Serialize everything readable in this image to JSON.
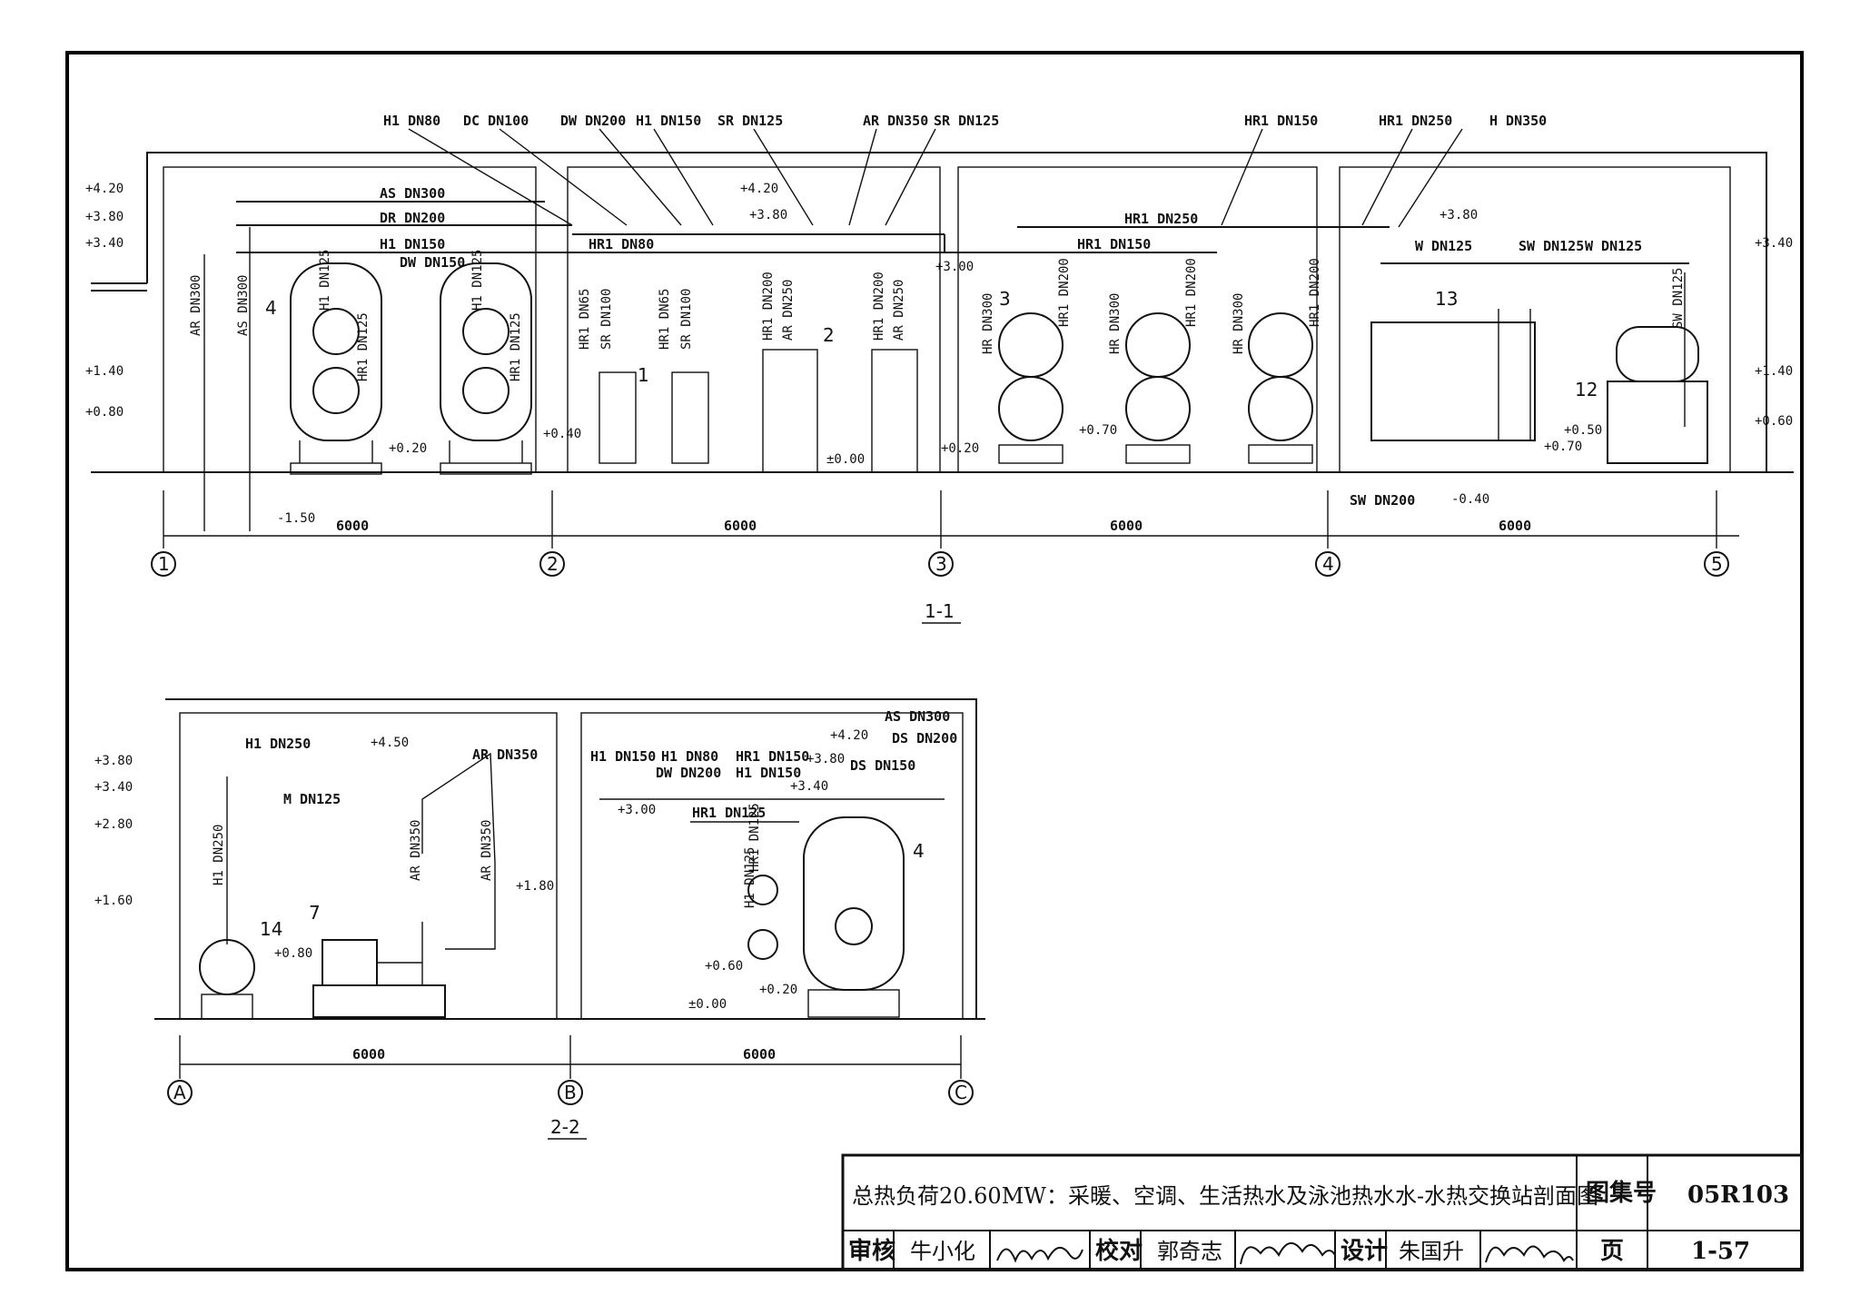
{
  "section_1_1": {
    "title": "1-1",
    "axes": [
      "1",
      "2",
      "3",
      "4",
      "5"
    ],
    "spans": [
      "6000",
      "6000",
      "6000",
      "6000"
    ],
    "pipe_labels": [
      "H1 DN80",
      "DC DN100",
      "DW DN200",
      "H1 DN150",
      "SR DN125",
      "AR DN350",
      "SR DN125",
      "HR1 DN150",
      "HR1 DN250",
      "H DN350",
      "AS DN300",
      "DR DN200",
      "H1 DN150",
      "DW DN150",
      "HR1 DN80",
      "HR1 DN250",
      "HR1 DN150",
      "W DN125",
      "SW DN125",
      "W DN125",
      "SW DN200"
    ],
    "vertical_labels": [
      "AR DN300",
      "AS DN300",
      "H1 DN125",
      "HR1 DN125",
      "H1 DN125",
      "HR1 DN125",
      "HR1 DN65",
      "SR DN100",
      "HR1 DN65",
      "SR DN100",
      "HR1 DN200",
      "AR DN250",
      "HR1 DN200",
      "AR DN250",
      "HR DN300",
      "HR1 DN200",
      "HR DN300",
      "HR1 DN200",
      "HR DN300",
      "HR1 DN200",
      "SW DN125"
    ],
    "elevations_left": [
      "+4.20",
      "+3.80",
      "+3.40",
      "+1.40",
      "+0.80"
    ],
    "elevations_right": [
      "+3.40",
      "+1.40",
      "+0.60"
    ],
    "elevations_inner": [
      "+4.20",
      "+3.80",
      "+3.00",
      "+3.80",
      "+0.20",
      "+0.40",
      "±0.00",
      "+0.20",
      "+0.70",
      "+0.50",
      "+0.70",
      "-1.50",
      "-0.40"
    ],
    "equipment": [
      "1",
      "2",
      "3",
      "4",
      "12",
      "13"
    ]
  },
  "section_2_2": {
    "title": "2-2",
    "axes": [
      "A",
      "B",
      "C"
    ],
    "spans": [
      "6000",
      "6000"
    ],
    "pipe_labels": [
      "H1 DN250",
      "M DN125",
      "AR DN350",
      "AS DN300",
      "DS DN200",
      "H1 DN150",
      "H1 DN80",
      "HR1 DN150",
      "DW DN200",
      "H1 DN150",
      "DS DN150",
      "HR1 DN125"
    ],
    "vertical_labels": [
      "H1 DN250",
      "AR DN350",
      "AR DN350",
      "HR1 DN125",
      "H1 DN125"
    ],
    "elevations_left": [
      "+3.80",
      "+3.40",
      "+2.80",
      "+1.60"
    ],
    "elevations_inner": [
      "+4.50",
      "+1.80",
      "+0.80",
      "+4.20",
      "+3.80",
      "+3.40",
      "+3.00",
      "+0.60",
      "+0.20",
      "±0.00"
    ],
    "equipment": [
      "14",
      "7",
      "4"
    ]
  },
  "title_block": {
    "title": "总热负荷20.60MW：采暖、空调、生活热水及泳池热水水-水热交换站剖面图",
    "atlas_label": "图集号",
    "atlas_no": "05R103",
    "review_label": "审核",
    "reviewer": "牛小化",
    "check_label": "校对",
    "checker": "郭奇志",
    "design_label": "设计",
    "designer": "朱国升",
    "page_label": "页",
    "page_no": "1-57"
  }
}
